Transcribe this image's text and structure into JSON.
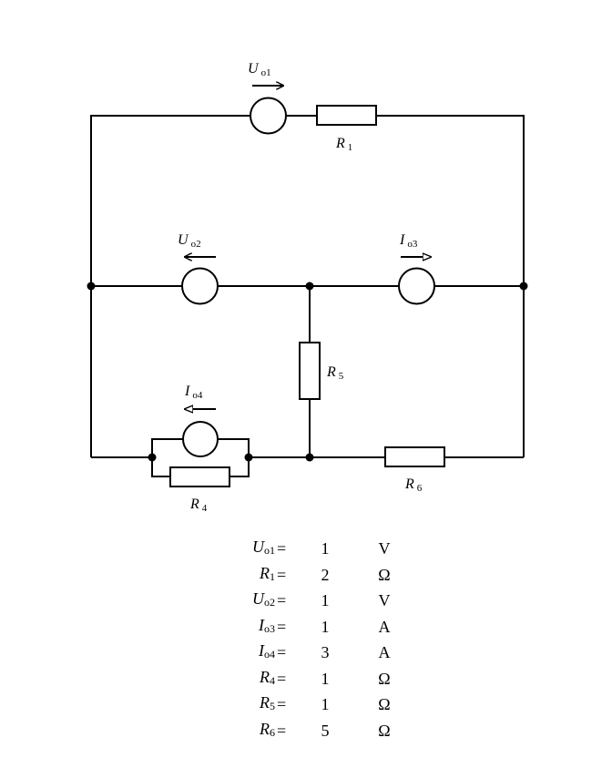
{
  "labels": {
    "uo1": {
      "main": "U",
      "sub": "o1"
    },
    "r1": {
      "main": "R",
      "sub": "1"
    },
    "uo2": {
      "main": "U",
      "sub": "o2"
    },
    "io3": {
      "main": "I",
      "sub": "o3"
    },
    "r5": {
      "main": "R",
      "sub": "5"
    },
    "io4": {
      "main": "I",
      "sub": "o4"
    },
    "r4": {
      "main": "R",
      "sub": "4"
    },
    "r6": {
      "main": "R",
      "sub": "6"
    }
  },
  "parameters": [
    {
      "symbol": "U",
      "sub": "o1",
      "eq": "=",
      "value": "1",
      "unit": "V"
    },
    {
      "symbol": "R",
      "sub": "1",
      "eq": "=",
      "value": "2",
      "unit": "Ω"
    },
    {
      "symbol": "U",
      "sub": "o2",
      "eq": "=",
      "value": "1",
      "unit": "V"
    },
    {
      "symbol": "I",
      "sub": "o3",
      "eq": "=",
      "value": "1",
      "unit": "A"
    },
    {
      "symbol": "I",
      "sub": "o4",
      "eq": "=",
      "value": "3",
      "unit": "A"
    },
    {
      "symbol": "R",
      "sub": "4",
      "eq": "=",
      "value": "1",
      "unit": "Ω"
    },
    {
      "symbol": "R",
      "sub": "5",
      "eq": "=",
      "value": "1",
      "unit": "Ω"
    },
    {
      "symbol": "R",
      "sub": "6",
      "eq": "=",
      "value": "5",
      "unit": "Ω"
    }
  ]
}
